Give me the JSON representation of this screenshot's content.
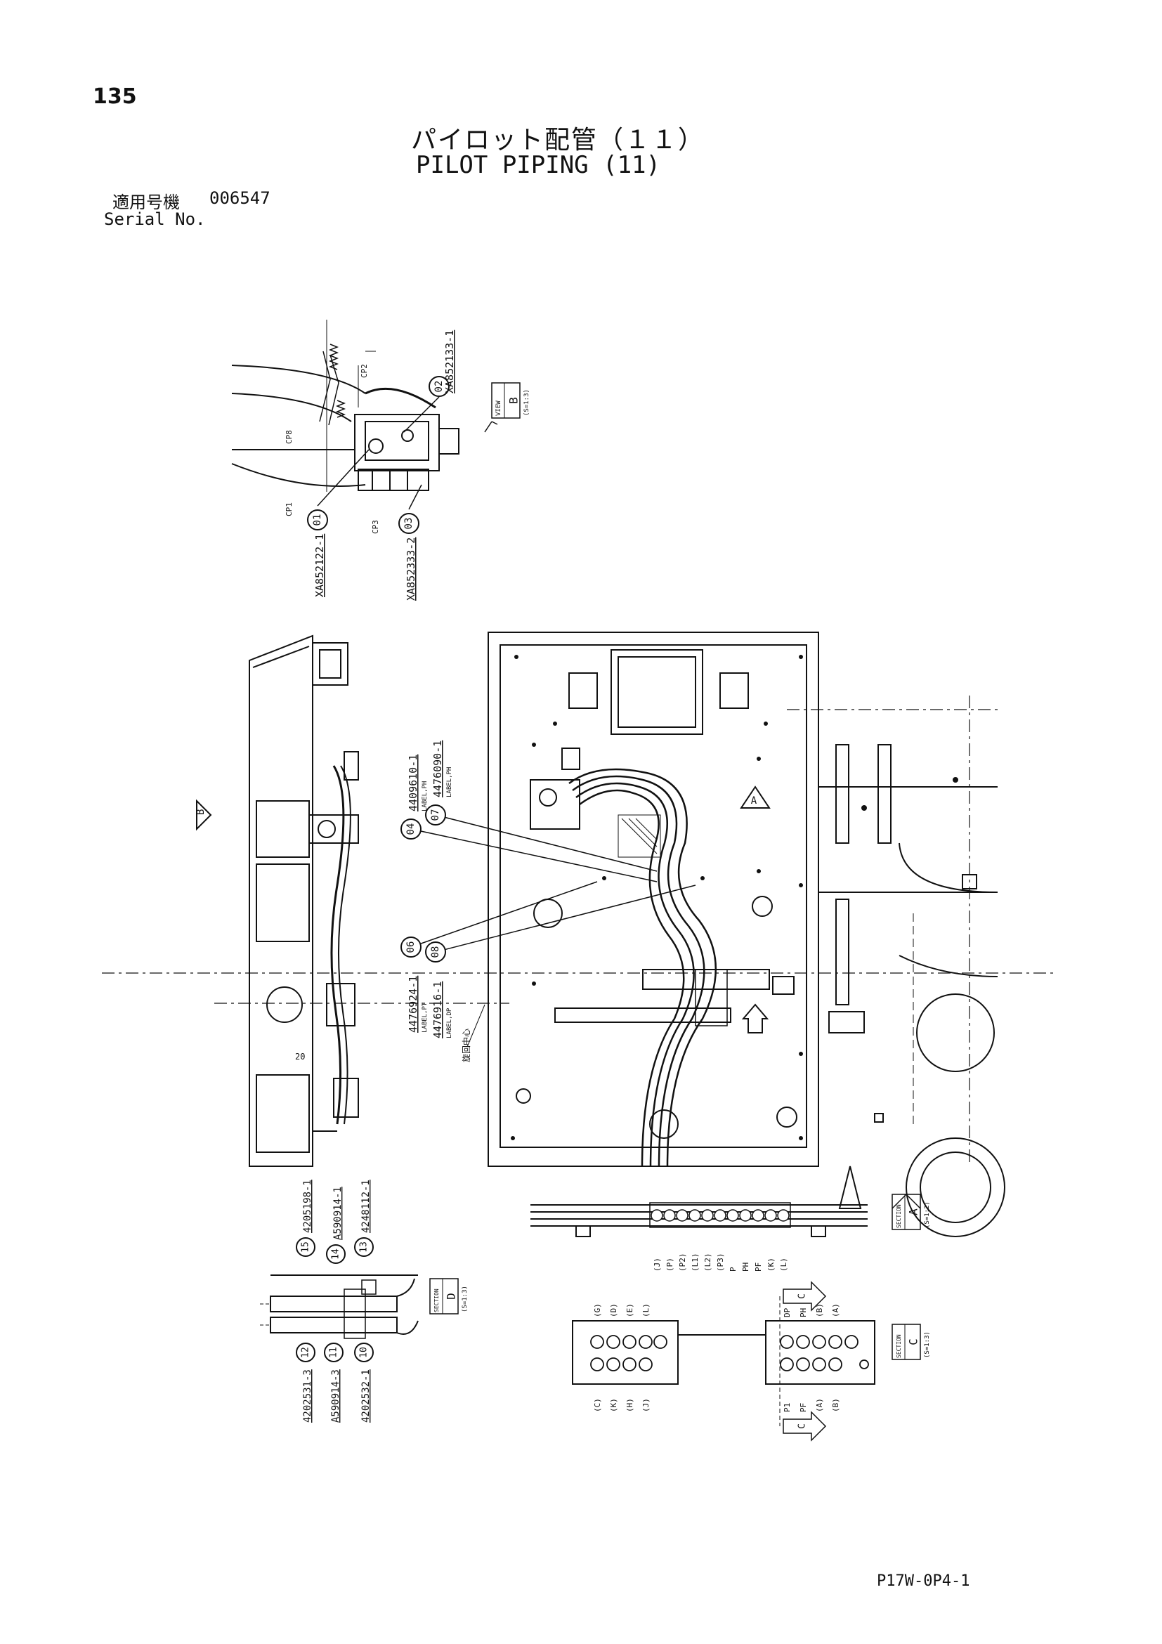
{
  "header": {
    "page_number": "135",
    "title_jp": "パイロット配管（１１）",
    "title_en": "PILOT PIPING (11)",
    "serial_label_jp": "適用号機",
    "serial_value": "006547",
    "serial_label_en": "Serial No."
  },
  "footer": {
    "drawing_code": "P17W-0P4-1"
  },
  "views": {
    "view_b": {
      "label": "VIEW",
      "letter": "B",
      "scale": "(S=1:3)"
    },
    "section_a": {
      "label": "SECTION",
      "letter": "A",
      "scale": "(S=1:2)"
    },
    "section_c": {
      "label": "SECTION",
      "letter": "C",
      "scale": "(S=1:3)"
    },
    "section_d": {
      "label": "SECTION",
      "letter": "D",
      "scale": "(S=1:3)"
    }
  },
  "view_markers": {
    "a": "A",
    "b": "B",
    "c": "C"
  },
  "callouts": {
    "c01": {
      "num": "01",
      "part": "XA852122-1"
    },
    "c02": {
      "num": "02",
      "part": "XA852133-1"
    },
    "c03": {
      "num": "03",
      "part": "XA852333-2"
    },
    "c04": {
      "num": "04",
      "part": "4409610-1",
      "note": "LABEL,PH"
    },
    "c06": {
      "num": "06",
      "part": "4476924-1",
      "note": "LABEL,PT"
    },
    "c07": {
      "num": "07",
      "part": "4476090-1",
      "note": "LABEL,PH"
    },
    "c08": {
      "num": "08",
      "part": "4476916-1",
      "note": "LABEL,DP"
    },
    "c10": {
      "num": "10",
      "part": "4202532-1"
    },
    "c11": {
      "num": "11",
      "part": "A590914-3"
    },
    "c12": {
      "num": "12",
      "part": "4202531-3"
    },
    "c13": {
      "num": "13",
      "part": "4248112-1"
    },
    "c14": {
      "num": "14",
      "part": "A590914-1"
    },
    "c15": {
      "num": "15",
      "part": "4205198-1"
    }
  },
  "hose_labels": {
    "cp2": "CP2",
    "cp8": "CP8",
    "cp1": "CP1",
    "cp3": "CP3"
  },
  "center_mark": "旋回中心",
  "port_labels_a": [
    "(J)",
    "(P)",
    "(P2)",
    "(L1)",
    "(L2)",
    "(P3)",
    "P",
    "PH",
    "PF",
    "(K)",
    "(L)"
  ],
  "port_labels_c_top_left": [
    "(G)",
    "(D)",
    "(E)",
    "(L)"
  ],
  "port_labels_c_bottom_left": [
    "(C)",
    "(K)",
    "(H)",
    "(J)"
  ],
  "port_labels_c_top_right": [
    "DP",
    "PH",
    "(B)",
    "(A)"
  ],
  "port_labels_c_bottom_right": [
    "P1",
    "PF",
    "(A)",
    "(B)"
  ]
}
